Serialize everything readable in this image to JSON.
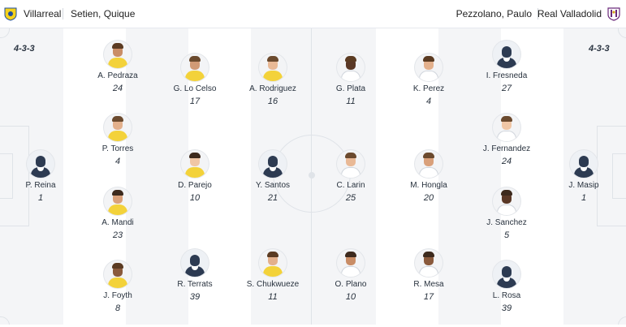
{
  "header": {
    "home_team": "Villarreal",
    "home_coach": "Setien, Quique",
    "away_coach": "Pezzolano, Paulo",
    "away_team": "Real Valladolid"
  },
  "home": {
    "formation": "4-3-3",
    "players": [
      {
        "name": "P. Reina",
        "number": "1",
        "photo": false
      },
      {
        "name": "A. Pedraza",
        "number": "24",
        "photo": true
      },
      {
        "name": "P. Torres",
        "number": "4",
        "photo": true
      },
      {
        "name": "A. Mandi",
        "number": "23",
        "photo": true
      },
      {
        "name": "J. Foyth",
        "number": "8",
        "photo": true
      },
      {
        "name": "G. Lo Celso",
        "number": "17",
        "photo": true
      },
      {
        "name": "D. Parejo",
        "number": "10",
        "photo": true
      },
      {
        "name": "R. Terrats",
        "number": "39",
        "photo": false
      },
      {
        "name": "A. Rodriguez",
        "number": "16",
        "photo": true
      },
      {
        "name": "Y. Santos",
        "number": "21",
        "photo": false
      },
      {
        "name": "S. Chukwueze",
        "number": "11",
        "photo": true
      }
    ]
  },
  "away": {
    "formation": "4-3-3",
    "players": [
      {
        "name": "G. Plata",
        "number": "11",
        "photo": true
      },
      {
        "name": "C. Larin",
        "number": "25",
        "photo": true
      },
      {
        "name": "O. Plano",
        "number": "10",
        "photo": true
      },
      {
        "name": "K. Perez",
        "number": "4",
        "photo": true
      },
      {
        "name": "M. Hongla",
        "number": "20",
        "photo": true
      },
      {
        "name": "R. Mesa",
        "number": "17",
        "photo": true
      },
      {
        "name": "I. Fresneda",
        "number": "27",
        "photo": false
      },
      {
        "name": "J. Fernandez",
        "number": "24",
        "photo": true
      },
      {
        "name": "J. Sanchez",
        "number": "5",
        "photo": true
      },
      {
        "name": "L. Rosa",
        "number": "39",
        "photo": false
      },
      {
        "name": "J. Masip",
        "number": "1",
        "photo": false
      }
    ]
  },
  "colors": {
    "stripe_light": "#f4f5f7",
    "stripe_white": "#ffffff",
    "pitch_lines": "#dfe3e8",
    "silhouette": "#2d3b52",
    "home_crest": "#f5d21a",
    "away_crest": "#6b2a7a"
  }
}
